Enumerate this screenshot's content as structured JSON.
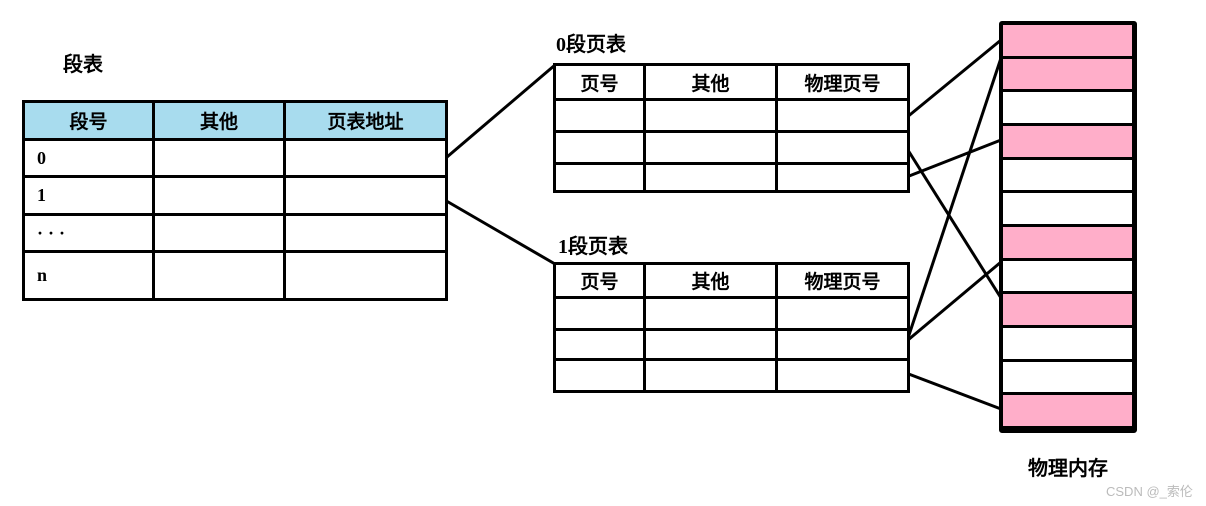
{
  "colors": {
    "pink_allocated": "#FFAEC9",
    "header_blue": "#A8DCEE",
    "line_black": "#000000",
    "watermark_gray": "#BBBBBB"
  },
  "segment_table": {
    "title": "段表",
    "headers": [
      "段号",
      "其他",
      "页表地址"
    ],
    "rows": [
      [
        "0",
        "",
        ""
      ],
      [
        "1",
        "",
        ""
      ],
      [
        "···",
        "",
        ""
      ],
      [
        "n",
        "",
        ""
      ]
    ]
  },
  "page_table_0": {
    "title": "0段页表",
    "headers": [
      "页号",
      "其他",
      "物理页号"
    ],
    "rows": [
      [
        "",
        "",
        ""
      ],
      [
        "",
        "",
        ""
      ],
      [
        "",
        "",
        ""
      ]
    ]
  },
  "page_table_1": {
    "title": "1段页表",
    "headers": [
      "页号",
      "其他",
      "物理页号"
    ],
    "rows": [
      [
        "",
        "",
        ""
      ],
      [
        "",
        "",
        ""
      ],
      [
        "",
        "",
        ""
      ]
    ]
  },
  "physical_memory": {
    "label": "物理内存",
    "cells": [
      "allocated",
      "allocated",
      "free",
      "allocated",
      "free",
      "free",
      "allocated",
      "free",
      "allocated",
      "free",
      "free",
      "allocated"
    ]
  },
  "connections": [
    {
      "from": "segment-table-row-0",
      "to": "page-table-0"
    },
    {
      "from": "segment-table-row-1",
      "to": "page-table-1"
    },
    {
      "from": "page-table-0-row-1",
      "to": "memory-cell-1"
    },
    {
      "from": "page-table-0-row-2",
      "to": "memory-cell-9"
    },
    {
      "from": "page-table-0-row-3",
      "to": "memory-cell-4"
    },
    {
      "from": "page-table-1-row-2",
      "to": "memory-cell-2"
    },
    {
      "from": "page-table-1-row-2",
      "to": "memory-cell-7"
    },
    {
      "from": "page-table-1-row-3",
      "to": "memory-cell-12"
    }
  ],
  "watermark": "CSDN @_索伦"
}
